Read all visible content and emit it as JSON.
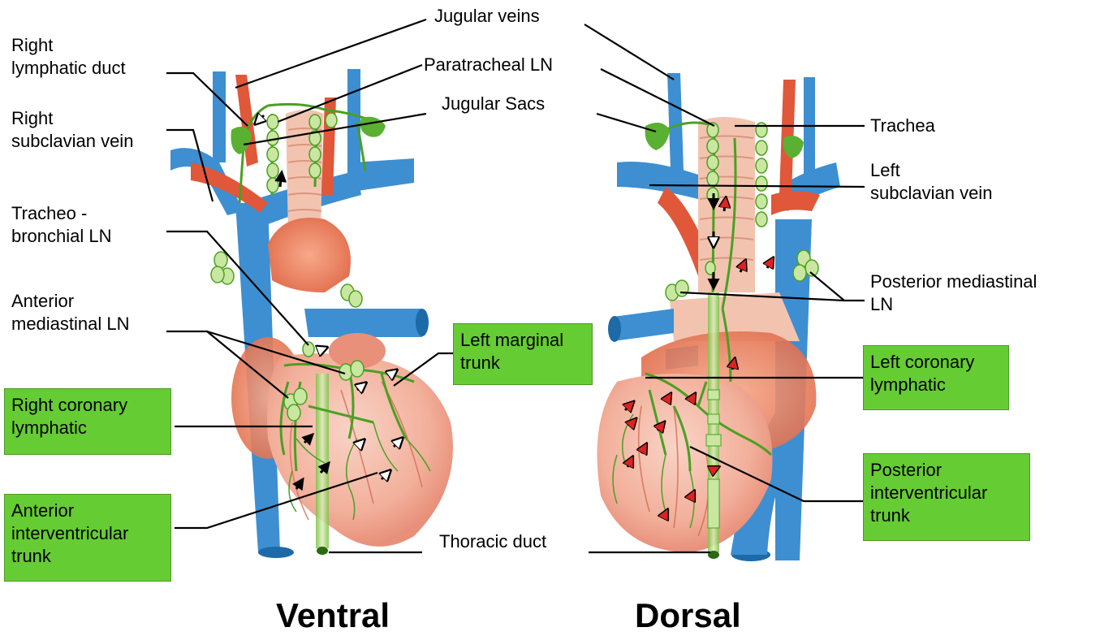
{
  "labels": {
    "jugular_veins": "Jugular veins",
    "paratracheal_ln": "Paratracheal LN",
    "jugular_sacs": "Jugular Sacs",
    "right_lymphatic_duct": "Right\nlymphatic duct",
    "right_subclavian_vein": "Right\nsubclavian vein",
    "tracheobronchial_ln": "Tracheo -\nbronchial LN",
    "anterior_mediastinal_ln": "Anterior\nmediastinal LN",
    "trachea": "Trachea",
    "left_subclavian_vein": "Left\nsubclavian vein",
    "posterior_mediastinal_ln": "Posterior mediastinal\nLN",
    "thoracic_duct": "Thoracic duct"
  },
  "green_boxes": {
    "right_coronary_lymphatic": "Right coronary\nlymphatic",
    "anterior_interventricular_trunk": "Anterior\ninterventricular\ntrunk",
    "left_marginal_trunk": "Left marginal\ntrunk",
    "left_coronary_lymphatic": "Left coronary\nlymphatic",
    "posterior_interventricular_trunk": "Posterior\ninterventricular\ntrunk"
  },
  "views": {
    "ventral": "Ventral",
    "dorsal": "Dorsal"
  },
  "colors": {
    "vein": "#3d8fd1",
    "artery": "#e0573a",
    "heart": "#f4b7a3",
    "lymph": "#5ab030",
    "lymph_node": "#c9e7a1",
    "trachea": "#f2c4b0",
    "label_box": "#66cc33"
  }
}
